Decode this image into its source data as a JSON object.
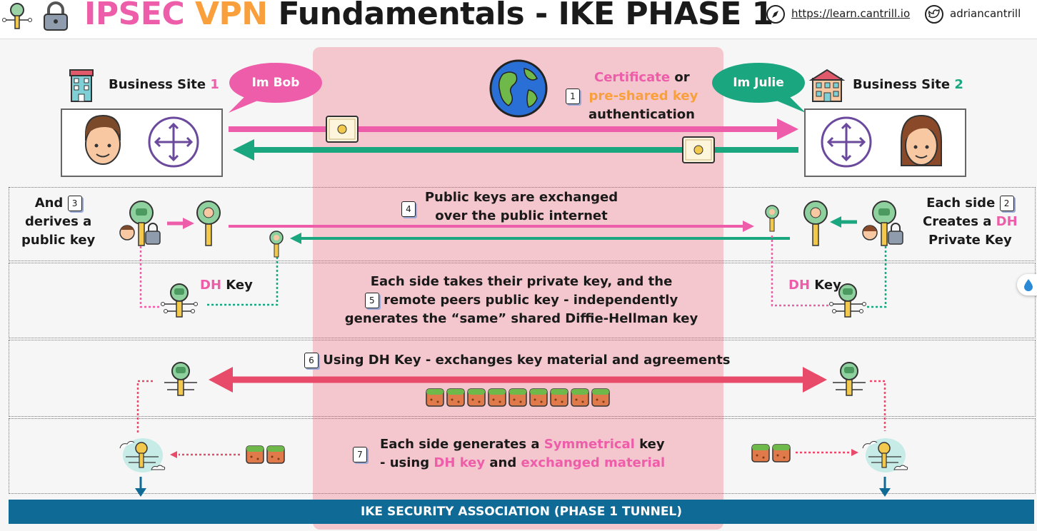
{
  "header": {
    "title_part1": "IPSEC",
    "title_part2": "VPN",
    "title_part3": "Fundamentals - IKE PHASE 1",
    "website": "https://learn.cantrill.io",
    "twitter": "adriancantrill",
    "icons": [
      "network-key-icon",
      "padlock-icon",
      "compass-icon",
      "twitter-icon"
    ]
  },
  "site1": {
    "label": "Business Site",
    "number": "1",
    "speech": "Im Bob"
  },
  "site2": {
    "label": "Business Site",
    "number": "2",
    "speech": "Im Julie"
  },
  "step1": {
    "num": "1",
    "certificate": "Certificate",
    "or": "or",
    "psk": "pre-shared key",
    "auth": "authentication"
  },
  "step2": {
    "num": "2",
    "line1": "Each side",
    "line2a": "Creates a",
    "line2b": "DH",
    "line3": "Private Key"
  },
  "step3": {
    "num": "3",
    "line1": "And",
    "line2": "derives a",
    "line3": "public key"
  },
  "step4": {
    "num": "4",
    "line1": "Public keys are exchanged",
    "line2": "over the public internet"
  },
  "dh_key": {
    "left_a": "DH",
    "left_b": "Key",
    "right_a": "DH",
    "right_b": "Key"
  },
  "step5": {
    "num": "5",
    "line1": "Each side takes their private key, and the",
    "line2": "remote peers public key - independently",
    "line3": "generates the “same” shared Diffie-Hellman key"
  },
  "step6": {
    "num": "6",
    "text": "Using DH Key - exchanges key material and agreements",
    "material_blocks": 9
  },
  "step7": {
    "num": "7",
    "line1a": "Each side generates a",
    "line1b": "Symmetrical",
    "line1c": "key",
    "line2a": "- using",
    "line2b": "DH key",
    "line2c": "and",
    "line2d": "exchanged material"
  },
  "footer": {
    "label": "IKE SECURITY ASSOCIATION (PHASE 1 TUNNEL)"
  },
  "colors": {
    "pink": "#ee5da9",
    "orange": "#f9a03c",
    "teal": "#1aa67f",
    "red_arrow": "#e84b6a",
    "band": "#f4c6cd",
    "footer": "#0f6a96"
  }
}
